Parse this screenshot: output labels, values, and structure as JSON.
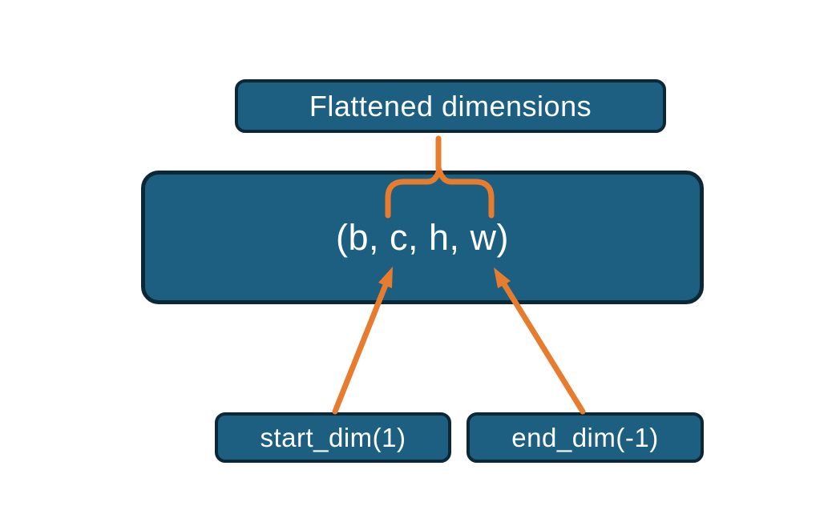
{
  "diagram": {
    "nodes": {
      "flattened_label": "Flattened dimensions",
      "tensor_label": "(b, c, h, w)",
      "start_dim_label": "start_dim(1)",
      "end_dim_label": "end_dim(-1)"
    },
    "connector_icons": [
      "overbrace-icon",
      "stem-line",
      "arrow-up-left",
      "arrow-up-right"
    ]
  },
  "colors": {
    "background": "#ffffff",
    "node_fill": "#1d5f80",
    "node_border": "#0c2836",
    "node_text": "#ffffff",
    "arrow": "#e87c2e"
  }
}
